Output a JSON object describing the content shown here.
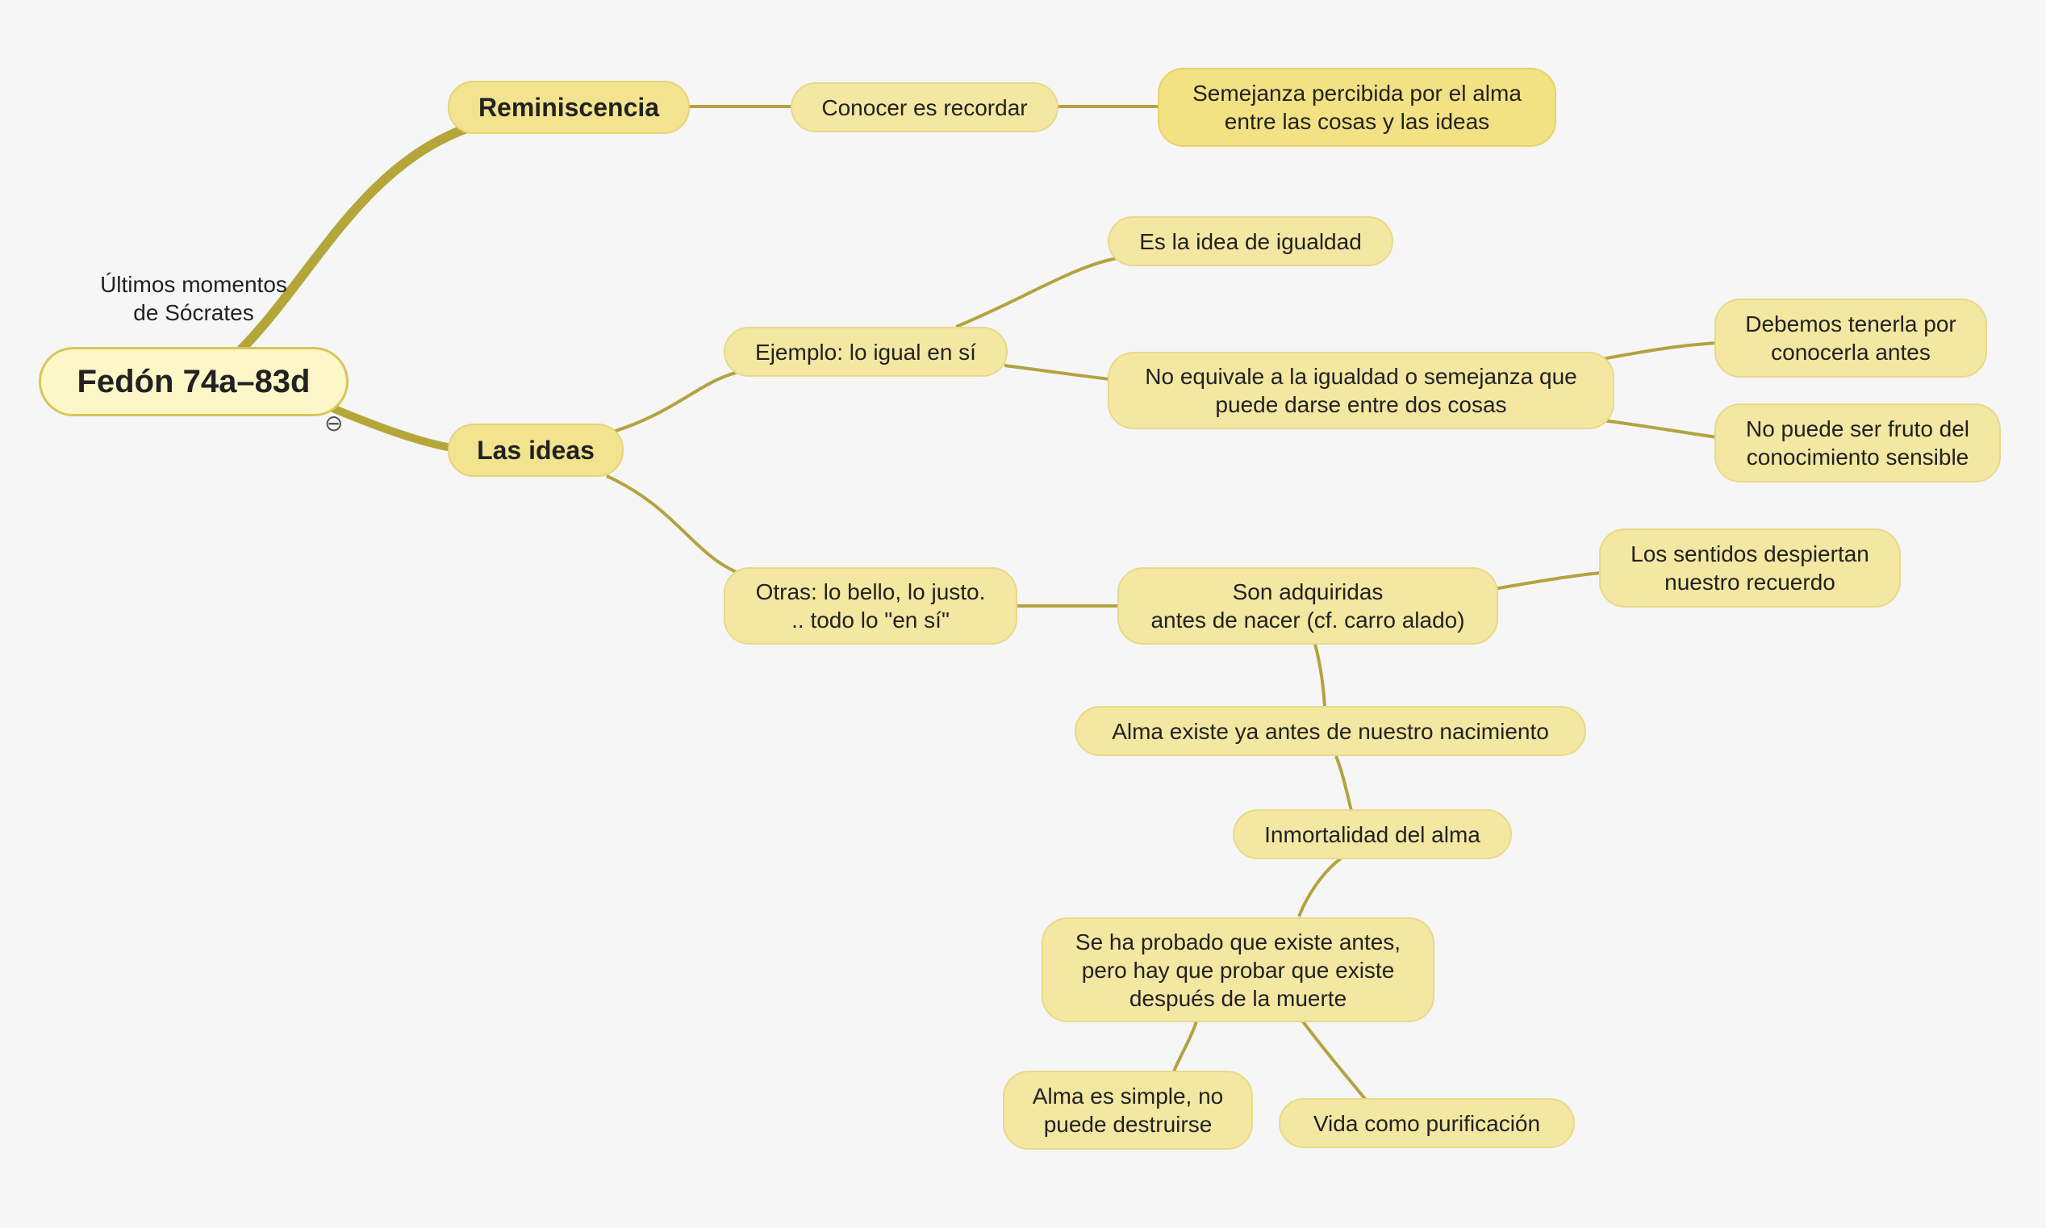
{
  "root": {
    "label": "Fedón 74a–83d",
    "note": "Últimos momentos\nde Sócrates",
    "collapse_glyph": "⊖"
  },
  "branches": {
    "reminiscencia": "Reminiscencia",
    "las_ideas": "Las ideas"
  },
  "nodes": {
    "conocer": "Conocer es recordar",
    "semejanza": "Semejanza percibida por el alma\nentre las cosas y las ideas",
    "ejemplo": "Ejemplo: lo igual en sí",
    "idea_igualdad": "Es la idea de igualdad",
    "no_equivale": "No equivale a la igualdad o semejanza que\npuede darse entre dos cosas",
    "debemos": "Debemos tenerla por\nconocerla antes",
    "no_fruto": "No puede ser fruto del\nconocimiento sensible",
    "otras": "Otras: lo bello, lo justo.\n.. todo lo \"en sí\"",
    "adquiridas": "Son adquiridas\nantes de nacer (cf. carro alado)",
    "sentidos": "Los sentidos despiertan\nnuestro recuerdo",
    "alma_existe": "Alma existe ya antes de nuestro nacimiento",
    "inmortalidad": "Inmortalidad del alma",
    "probado": "Se ha probado que existe antes,\npero hay que probar que existe\ndespués de la muerte",
    "simple": "Alma es simple, no\npuede destruirse",
    "purificacion": "Vida como purificación"
  },
  "colors": {
    "line": "#b3a33f",
    "thick_line": "#b5a63a",
    "node_fill": "#f3e7a2",
    "root_fill": "#fdf7c8"
  }
}
